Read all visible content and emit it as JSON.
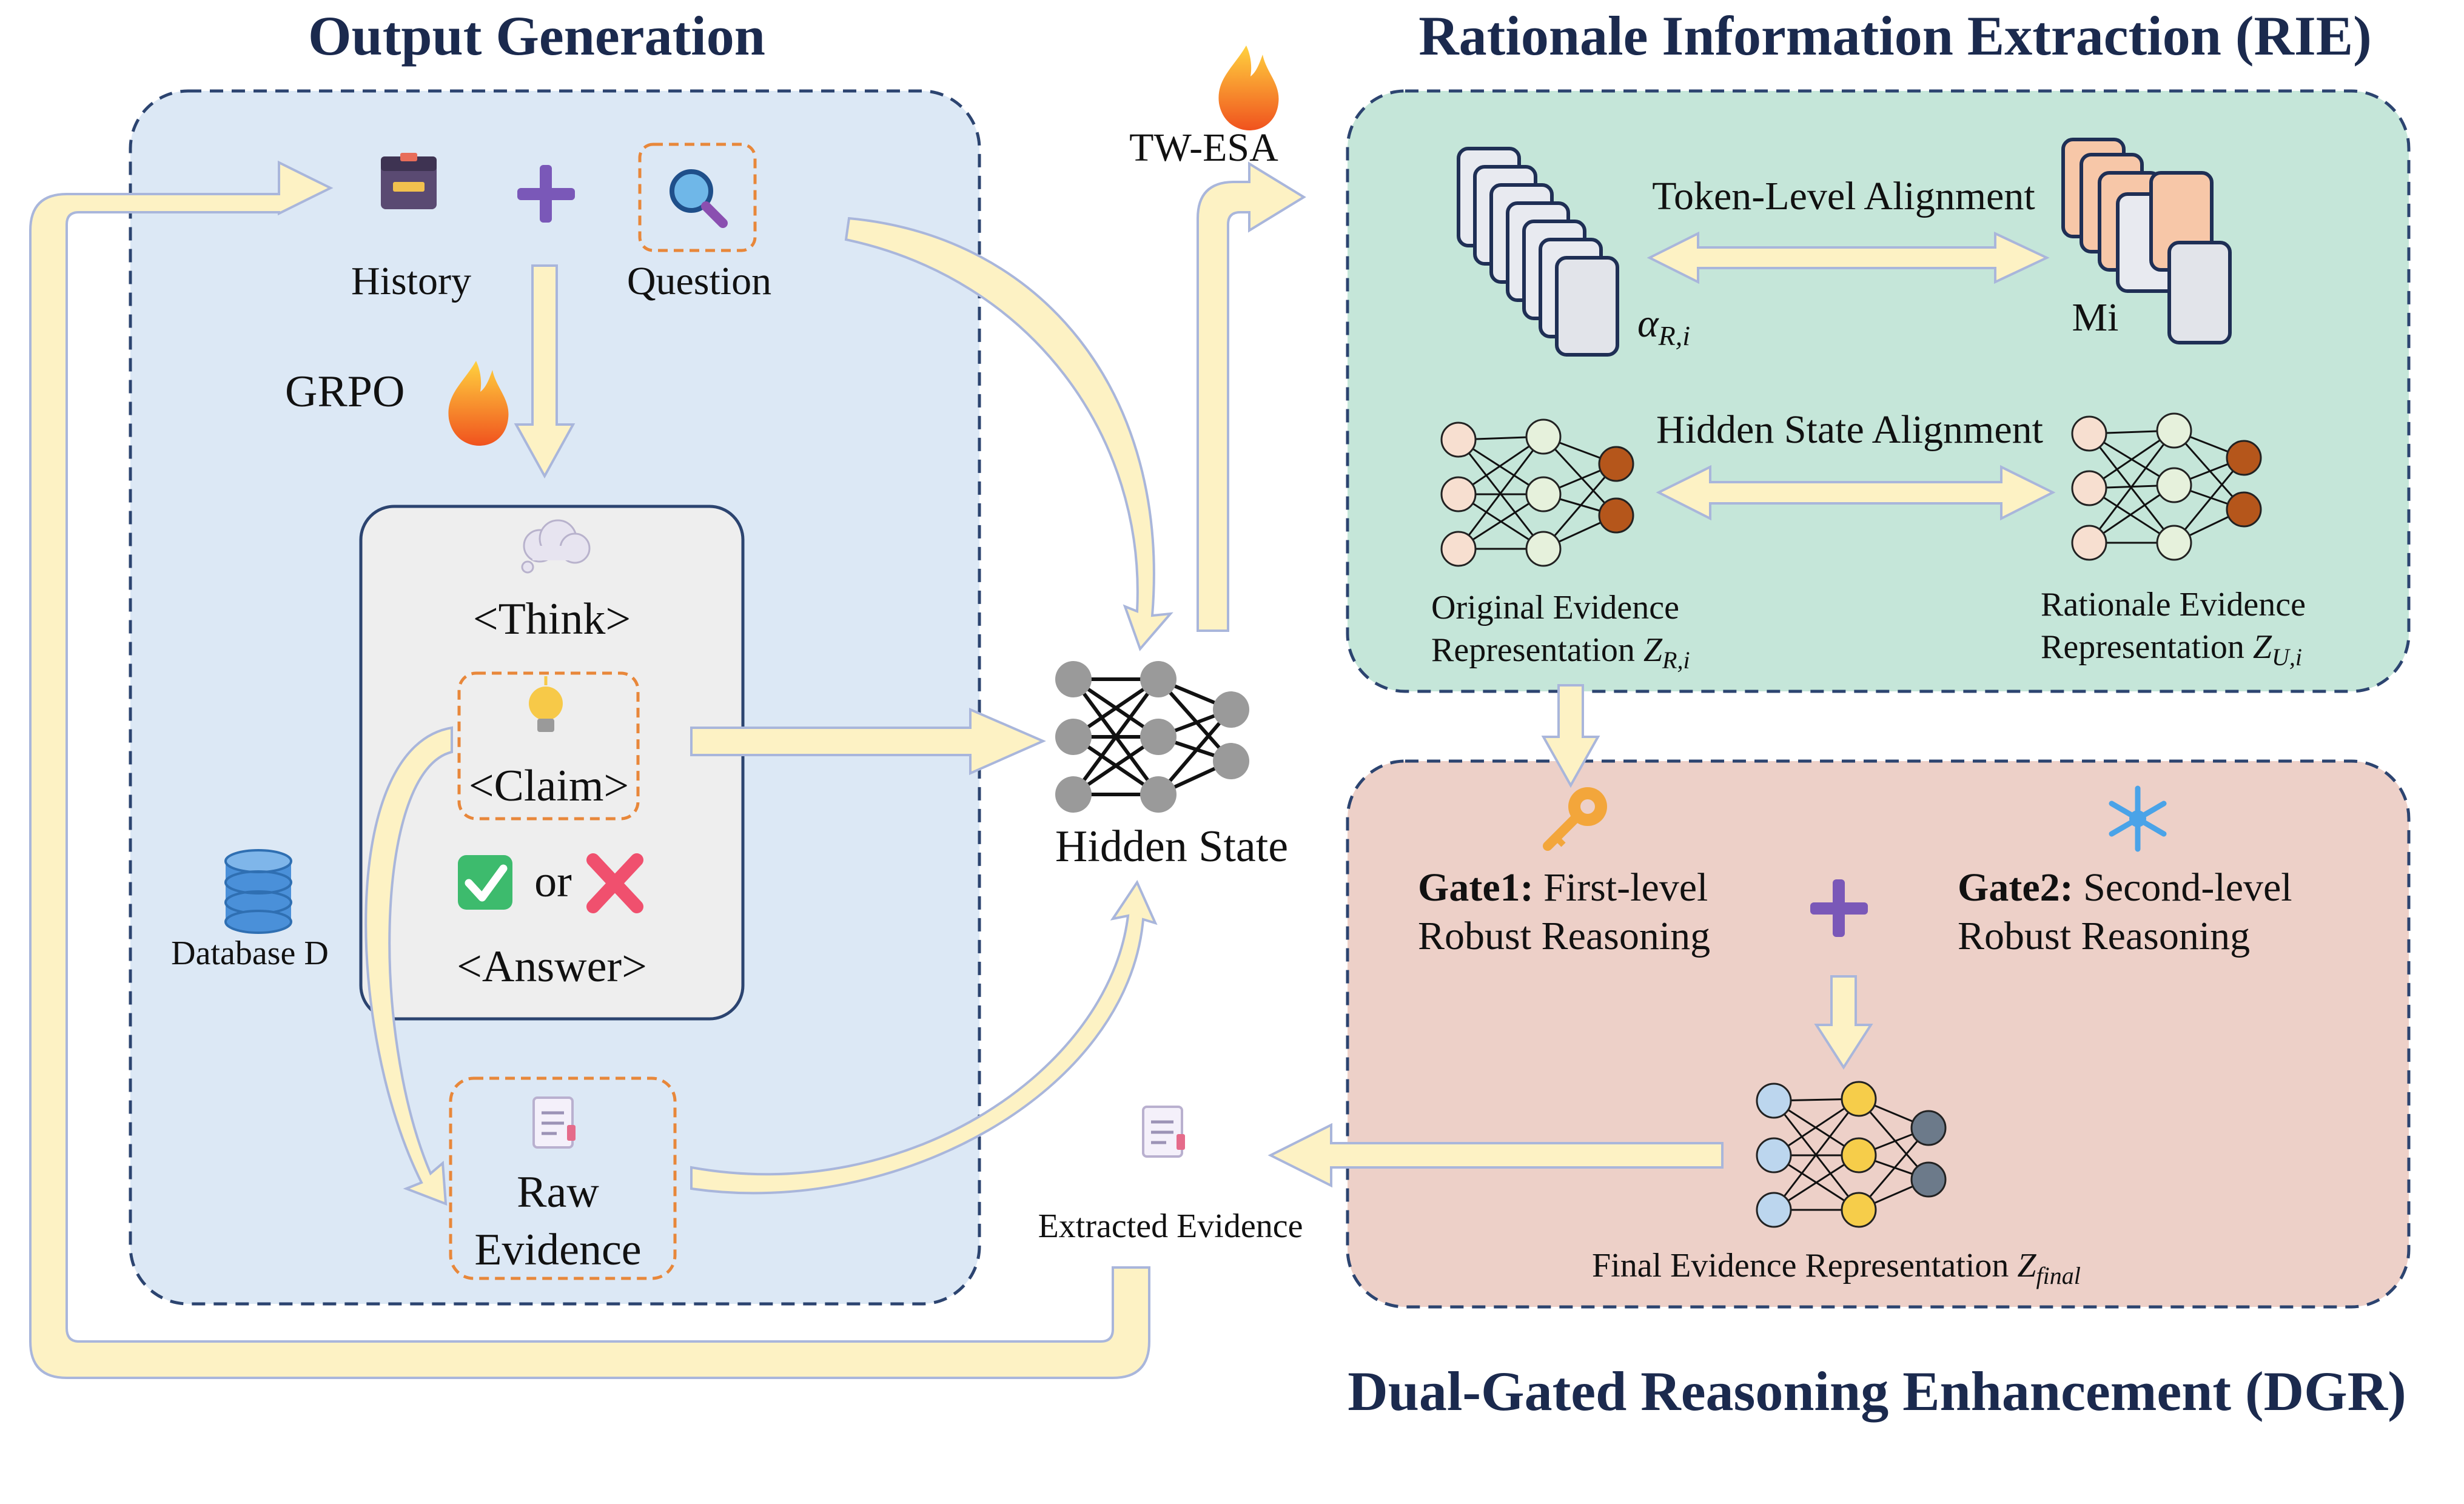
{
  "titles": {
    "output_generation": "Output Generation",
    "rie": "Rationale Information Extraction (RIE)",
    "dgr": "Dual-Gated Reasoning Enhancement (DGR)"
  },
  "output_generation": {
    "history": "History",
    "question": "Question",
    "grpo": "GRPO",
    "think": "<Think>",
    "claim": "<Claim>",
    "or": "or",
    "answer": "<Answer>",
    "database": "Database D",
    "raw_evidence_line1": "Raw",
    "raw_evidence_line2": "Evidence"
  },
  "center": {
    "tw_esa": "TW-ESA",
    "hidden_state": "Hidden State",
    "extracted_evidence": "Extracted Evidence"
  },
  "rie": {
    "token_alignment": "Token-Level Alignment",
    "alpha_symbol": "α",
    "alpha_subscript": "R,i",
    "mi": "Mi",
    "hidden_alignment": "Hidden State Alignment",
    "original_line1": "Original Evidence",
    "original_line2": "Representation",
    "original_symbol": "Z",
    "original_subscript": "R,i",
    "rationale_line1": "Rationale Evidence",
    "rationale_line2": "Representation",
    "rationale_symbol": "Z",
    "rationale_subscript": "U,i"
  },
  "dgr": {
    "gate1_bold": "Gate1:",
    "gate1_rest": " First-level",
    "gate1_line2": "Robust Reasoning",
    "gate2_bold": "Gate2:",
    "gate2_rest": " Second-level",
    "gate2_line2": "Robust Reasoning",
    "final_label": "Final Evidence Representation ",
    "final_symbol": "Z",
    "final_subscript": "final"
  },
  "icons": {
    "history": "archive-box-icon",
    "plus": "plus-icon",
    "question": "magnifier-icon",
    "think": "thought-cloud-icon",
    "claim": "lightbulb-icon",
    "correct": "check-mark-icon",
    "wrong": "cross-mark-icon",
    "database": "database-icon",
    "evidence": "document-icon",
    "fire": "fire-icon",
    "key": "key-icon",
    "snowflake": "snowflake-icon"
  },
  "colors": {
    "output_panel": "#dce8f5",
    "rie_panel": "#c5e6d9",
    "dgr_panel": "#edd0c8",
    "panel_border": "#2c4470",
    "arrow_fill": "#fdf2c4",
    "arrow_stroke": "#a9b6db",
    "orange_dash": "#e8873a",
    "title": "#1b2a4e"
  }
}
